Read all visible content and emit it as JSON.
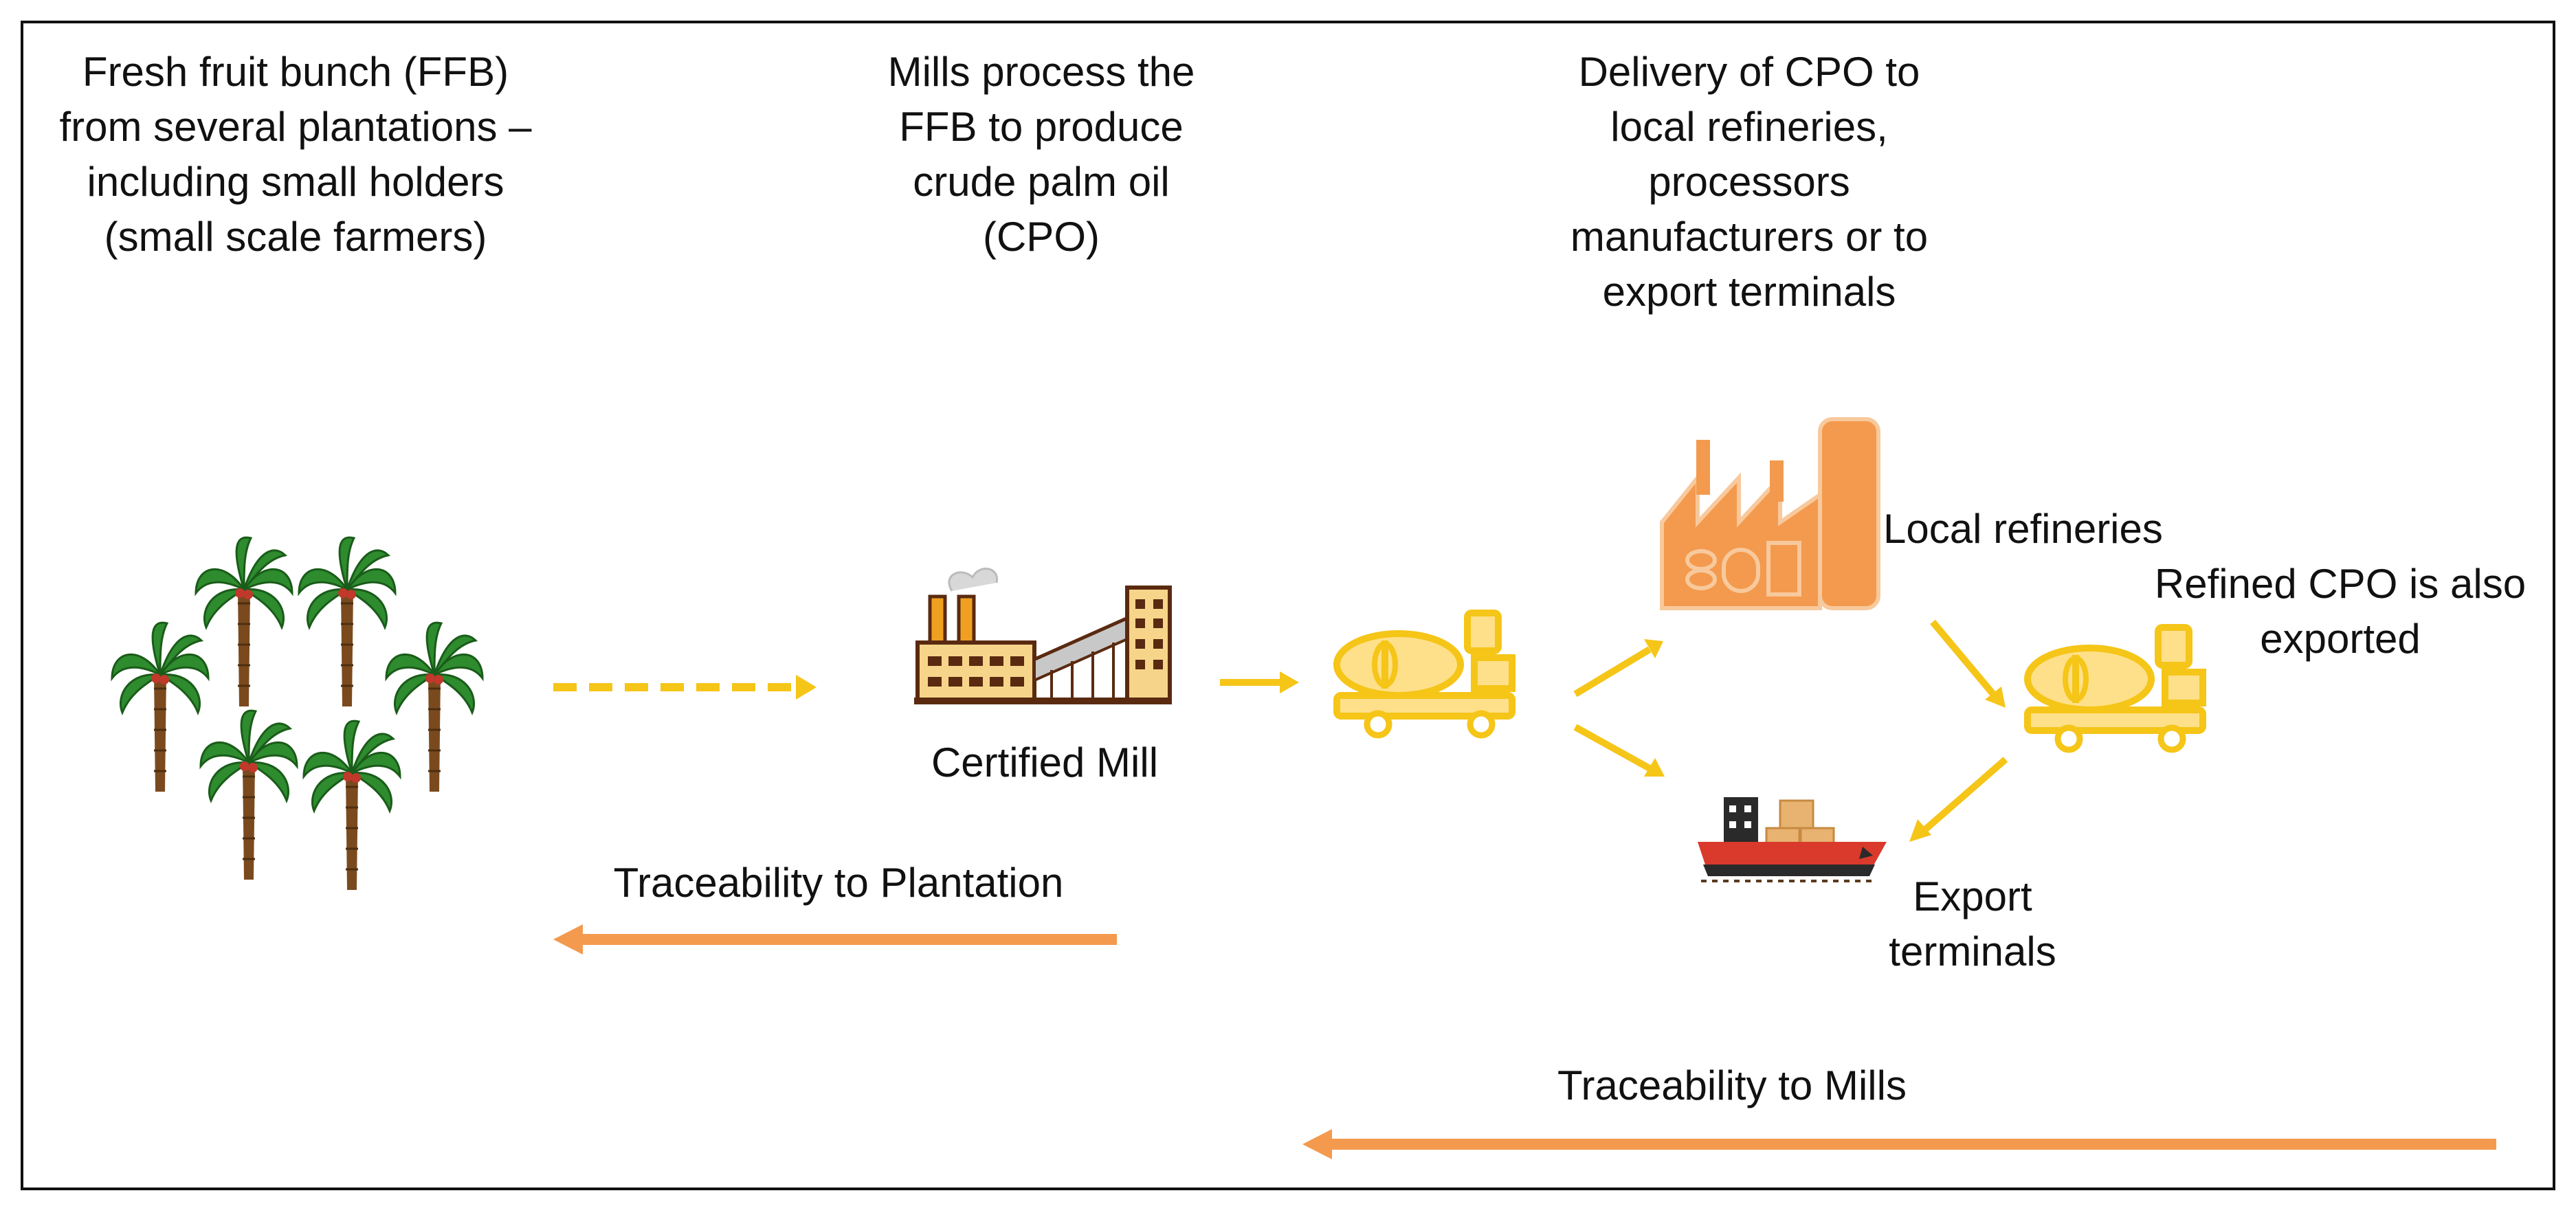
{
  "step_plantations": {
    "lines": [
      "Fresh fruit bunch (FFB)",
      "from several plantations –",
      "including small holders",
      "(small scale farmers)"
    ]
  },
  "step_mill": {
    "lines": [
      "Mills process the",
      "FFB to produce",
      "crude palm oil",
      "(CPO)"
    ]
  },
  "step_delivery": {
    "lines": [
      "Delivery of CPO to",
      "local refineries,",
      "processors",
      "manufacturers or to",
      "export terminals"
    ]
  },
  "labels": {
    "certified_mill": "Certified Mill",
    "local_refineries": "Local refineries",
    "refined_exported": [
      "Refined CPO is also",
      "exported"
    ],
    "export_terminals": [
      "Export",
      "terminals"
    ],
    "traceability_plantation": "Traceability to Plantation",
    "traceability_mills": "Traceability to Mills"
  },
  "icons": {
    "plantation": "palm-tree-icon",
    "mill": "factory-icon",
    "tanker": "tanker-truck-icon",
    "refinery": "refinery-icon",
    "ship": "cargo-ship-icon"
  },
  "colors": {
    "yellow": "#F5C518",
    "orange": "#F39A4E",
    "palm_green": "#2E8B2E",
    "trunk": "#7A4A1E",
    "ship_red": "#D93A2B"
  }
}
